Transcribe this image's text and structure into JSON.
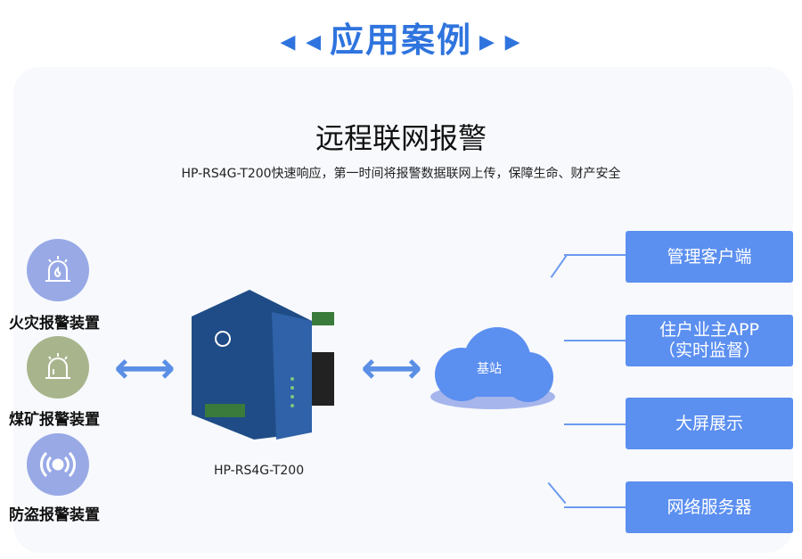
{
  "header": {
    "title": "应用案例"
  },
  "main": {
    "title": "远程联网报警",
    "subtitle": "HP-RS4G-T200快速响应，第一时间将报警数据联网上传，保障生命、财产安全"
  },
  "devices": [
    {
      "label": "火灾报警装置",
      "color": "#98a9e6",
      "icon": "fire-alarm-icon"
    },
    {
      "label": "煤矿报警装置",
      "color": "#a8b58c",
      "icon": "alarm-light-icon"
    },
    {
      "label": "防盗报警装置",
      "color": "#98a9e6",
      "icon": "signal-icon"
    }
  ],
  "gateway": {
    "label": "HP-RS4G-T200"
  },
  "base_station": {
    "label": "基站"
  },
  "targets": [
    {
      "line1": "管理客户端"
    },
    {
      "line1": "住户业主APP",
      "line2": "（实时监督）"
    },
    {
      "line1": "大屏展示"
    },
    {
      "line1": "网络服务器"
    }
  ]
}
